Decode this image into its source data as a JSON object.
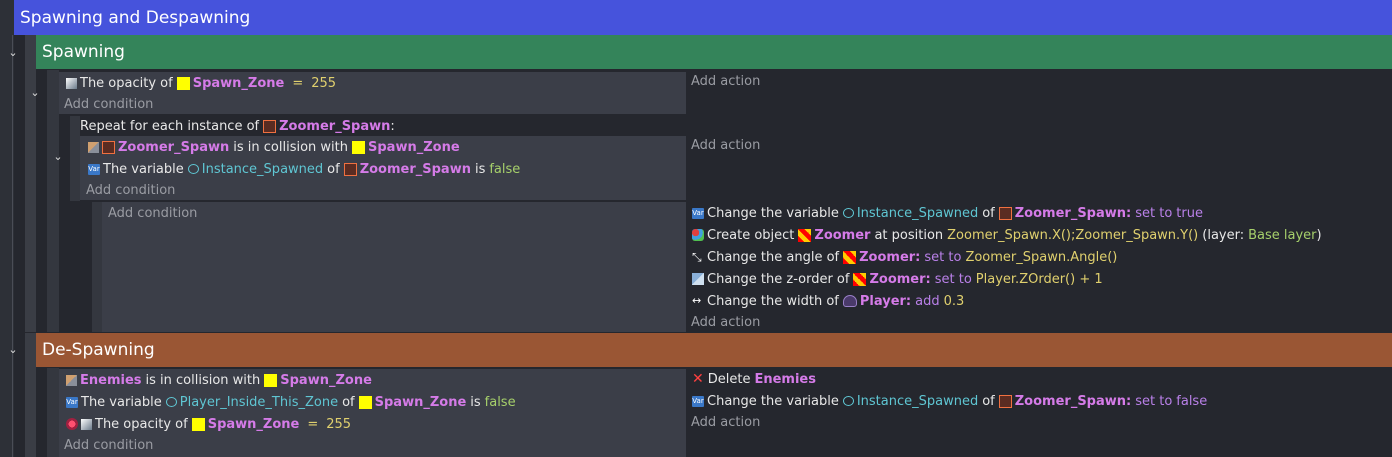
{
  "groups": {
    "spawning_and_despawning": "Spawning and Despawning",
    "spawning": "Spawning",
    "despawning": "De-Spawning"
  },
  "colors": {
    "top_group": "#4653dc",
    "spawning_group": "#34845a",
    "despawning_group": "#9a5634",
    "panel_bg": "#25272e",
    "condition_bg": "#3b3e48"
  },
  "icons": [
    "opacity-icon",
    "variable-icon",
    "collision-icon",
    "create-icon",
    "angle-icon",
    "zorder-icon",
    "width-icon",
    "delete-icon",
    "invert-icon",
    "chevron-down-icon"
  ],
  "common": {
    "add_condition": "Add condition",
    "add_action": "Add action"
  },
  "event1": {
    "c1": {
      "text": "The opacity of",
      "obj": "Spawn_Zone",
      "op": "=",
      "val": "255"
    }
  },
  "repeat": {
    "prefix": "Repeat for each instance of",
    "obj": "Zoomer_Spawn",
    "suffix": ":"
  },
  "event2": {
    "c1": {
      "obj1": "Zoomer_Spawn",
      "mid": "is in collision with",
      "obj2": "Spawn_Zone"
    },
    "c2": {
      "prefix": "The variable",
      "var": "Instance_Spawned",
      "of": "of",
      "obj": "Zoomer_Spawn",
      "is": "is",
      "val": "false"
    }
  },
  "event3": {
    "a1": {
      "prefix": "Change the variable",
      "var": "Instance_Spawned",
      "of": "of",
      "obj": "Zoomer_Spawn:",
      "set": "set to",
      "val": "true"
    },
    "a2": {
      "prefix": "Create object",
      "obj": "Zoomer",
      "mid": "at position",
      "pos": "Zoomer_Spawn.X();Zoomer_Spawn.Y()",
      "layer_pre": "(layer:",
      "layer": "Base layer",
      "layer_post": ")"
    },
    "a3": {
      "prefix": "Change the angle of",
      "obj": "Zoomer:",
      "set": "set to",
      "val": "Zoomer_Spawn.Angle()"
    },
    "a4": {
      "prefix": "Change the z-order of",
      "obj": "Zoomer:",
      "set": "set to",
      "val": "Player.ZOrder() + 1"
    },
    "a5": {
      "prefix": "Change the width of",
      "obj": "Player:",
      "set": "add",
      "val": "0.3"
    }
  },
  "event4": {
    "c1": {
      "obj1": "Enemies",
      "mid": "is in collision with",
      "obj2": "Spawn_Zone"
    },
    "c2": {
      "prefix": "The variable",
      "var": "Player_Inside_This_Zone",
      "of": "of",
      "obj": "Spawn_Zone",
      "is": "is",
      "val": "false"
    },
    "c3": {
      "text": "The opacity of",
      "obj": "Spawn_Zone",
      "op": "=",
      "val": "255"
    },
    "a1": {
      "prefix": "Delete",
      "obj": "Enemies"
    },
    "a2": {
      "prefix": "Change the variable",
      "var": "Instance_Spawned",
      "of": "of",
      "obj": "Zoomer_Spawn:",
      "set": "set to",
      "val": "false"
    }
  }
}
